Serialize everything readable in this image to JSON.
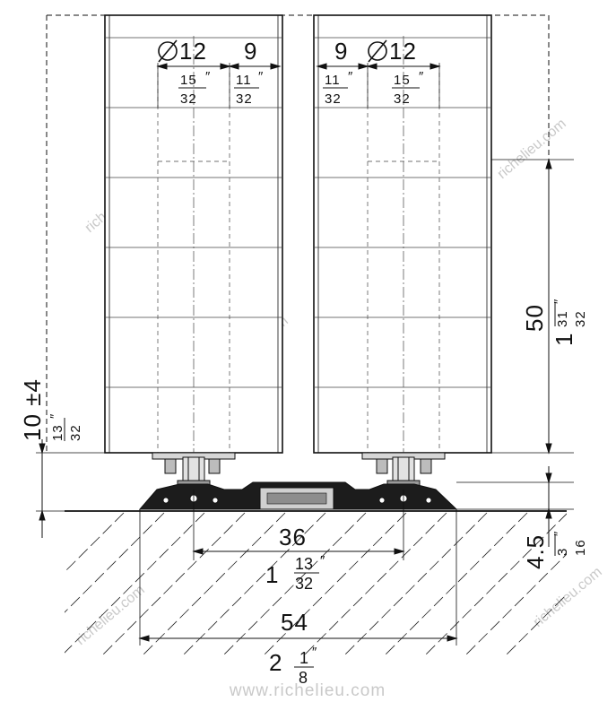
{
  "watermark": "www.richelieu.com",
  "diagonal_watermark": "richelieu.com",
  "dimensions": {
    "left_hole": {
      "symbol": "∅",
      "mm": "12",
      "in_num": "15",
      "in_den": "32"
    },
    "left_offset": {
      "mm": "9",
      "in_num": "11",
      "in_den": "32"
    },
    "right_offset": {
      "mm": "9",
      "in_num": "11",
      "in_den": "32"
    },
    "right_hole": {
      "symbol": "∅",
      "mm": "12",
      "in_num": "15",
      "in_den": "32"
    },
    "panel_height": {
      "mm": "50",
      "in_whole": "1",
      "in_num": "31",
      "in_den": "32"
    },
    "lift": {
      "mm": "10 ±4",
      "in_num": "13",
      "in_den": "32"
    },
    "track_height": {
      "mm": "4.5",
      "in_num": "3",
      "in_den": "16"
    },
    "inner_span": {
      "mm": "36",
      "in_whole": "1",
      "in_num": "13",
      "in_den": "32"
    },
    "outer_span": {
      "mm": "54",
      "in_whole": "2",
      "in_num": "1",
      "in_den": "8"
    }
  },
  "inch_mark": "″",
  "colors": {
    "line": "#111111",
    "track": "#1a1a1a",
    "floor": "#333333",
    "watermark": "#c9c9c9"
  }
}
